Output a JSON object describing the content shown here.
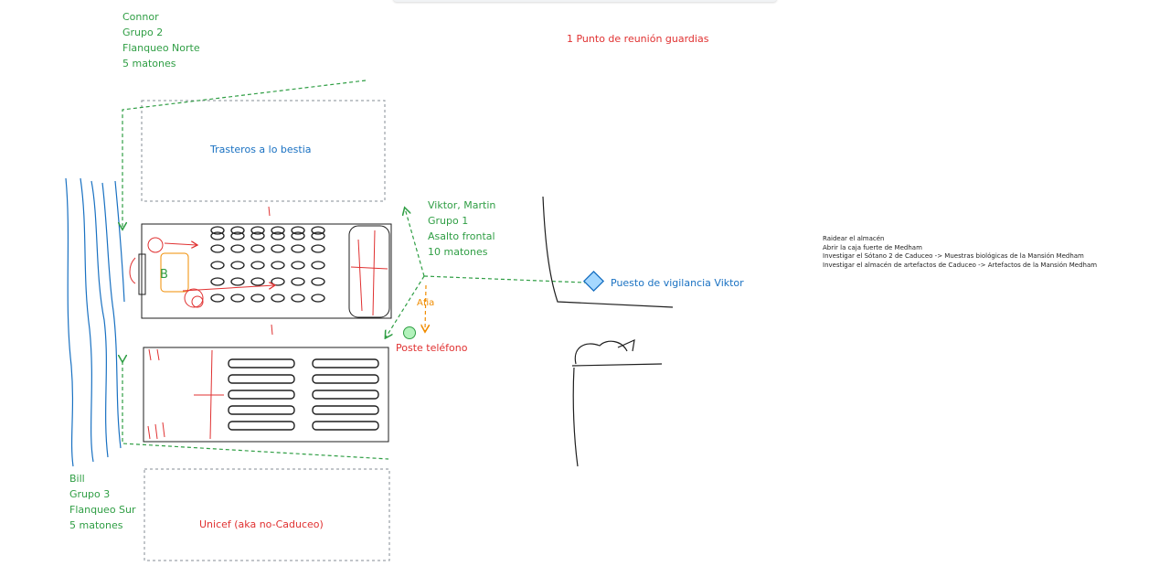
{
  "groups": {
    "north": {
      "lines": [
        "Connor",
        "Grupo 2",
        "Flanqueo Norte",
        "5 matones"
      ]
    },
    "frontal": {
      "lines": [
        "Viktor, Martin",
        "Grupo 1",
        "Asalto frontal",
        "10 matones"
      ]
    },
    "south": {
      "lines": [
        "Bill",
        "Grupo 3",
        "Flanqueo Sur",
        "5 matones"
      ]
    }
  },
  "labels": {
    "meeting_point": "1 Punto de reunión guardias",
    "storage": "Trasteros a lo bestia",
    "unicef": "Unicef (aka no-Caduceo)",
    "watch_post": "Puesto de vigilancia Viktor",
    "phone_pole": "Poste teléfono",
    "afia": "Afia",
    "b_marker": "B"
  },
  "objectives": [
    "Raidear el almacén",
    "Abrir la caja fuerte de Medham",
    "Investigar el Sótano 2 de Caduceo -> Muestras biológicas de la Mansión Medham",
    "Investigar el almacén de artefactos de Caduceo -> Artefactos de la Mansión Medham"
  ],
  "colors": {
    "green": "#2f9e44",
    "red": "#e03131",
    "blue": "#1971c2",
    "orange": "#f08c00",
    "stroke": "#1e1e1e",
    "gray": "#868e96"
  }
}
